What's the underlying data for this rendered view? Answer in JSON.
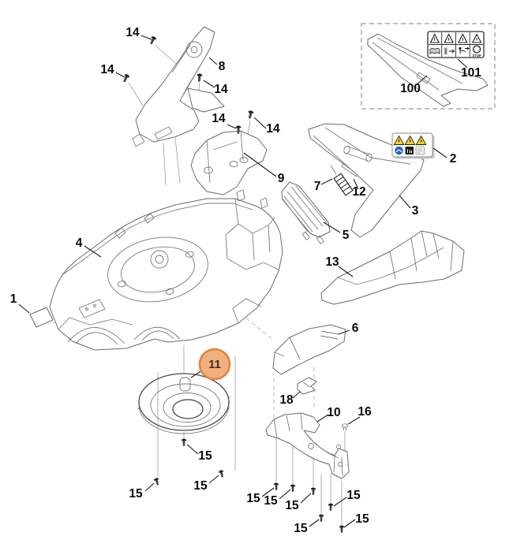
{
  "diagram": {
    "callouts": {
      "p1": "1",
      "p2": "2",
      "p3": "3",
      "p4": "4",
      "p5": "5",
      "p6": "6",
      "p7": "7",
      "p8": "8",
      "p9": "9",
      "p10": "10",
      "p11": "11",
      "p12": "12",
      "p13": "13",
      "p14": "14",
      "p15": "15",
      "p16": "16",
      "p18": "18",
      "p100": "100",
      "p101": "101"
    },
    "highlight": {
      "fill": "#f2b07d",
      "stroke": "#e0853f",
      "text_color": "#3f2d16"
    },
    "sticker_101": {
      "stop_text": "STOP"
    },
    "colors": {
      "warning_yellow": "#f5d021",
      "mandatory_blue": "#1a66c2"
    }
  }
}
